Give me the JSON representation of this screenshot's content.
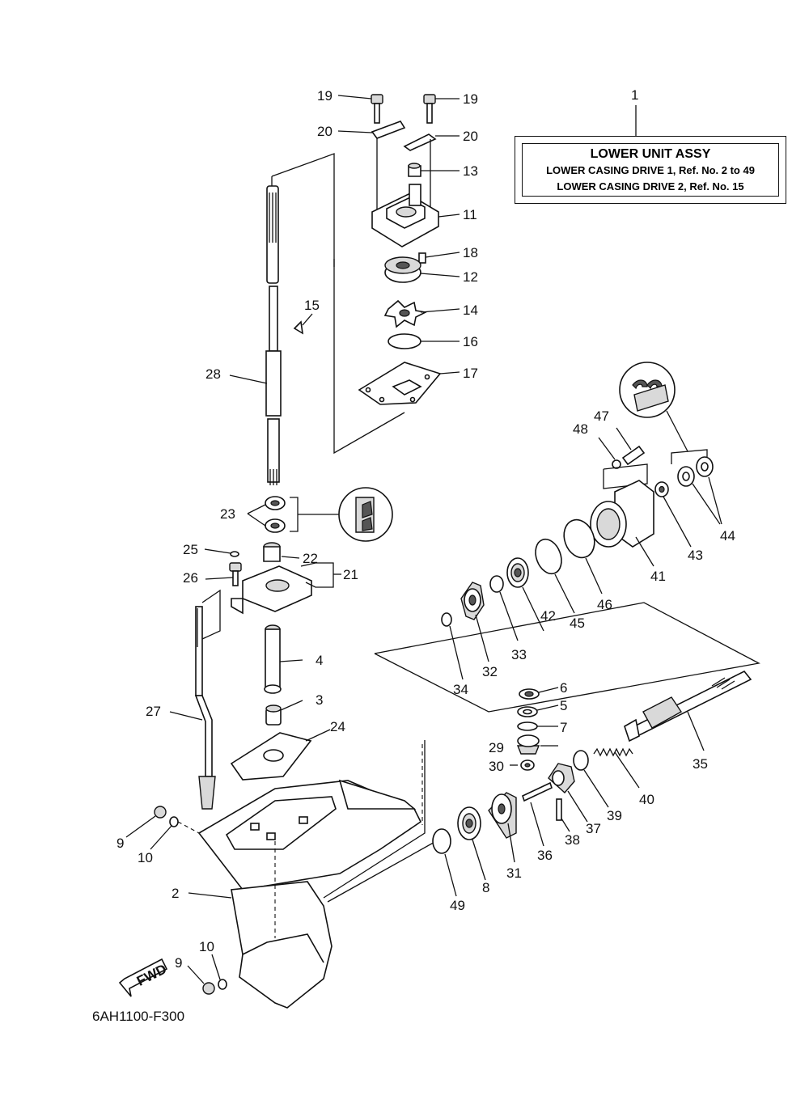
{
  "assembly_box": {
    "ref": "1",
    "title": "LOWER UNIT ASSY",
    "line1": "LOWER CASING DRIVE 1,  Ref. No. 2 to 49",
    "line2": "LOWER CASING DRIVE 2,  Ref. No. 15"
  },
  "diagram_code": "6AH1100-F300",
  "fwd_label": "FWD",
  "callouts": {
    "c19a": "19",
    "c19b": "19",
    "c20a": "20",
    "c20b": "20",
    "c13": "13",
    "c11": "11",
    "c18": "18",
    "c12": "12",
    "c14": "14",
    "c16": "16",
    "c17": "17",
    "c15": "15",
    "c28": "28",
    "c23": "23",
    "c25": "25",
    "c22": "22",
    "c26": "26",
    "c21": "21",
    "c4": "4",
    "c3": "3",
    "c27": "27",
    "c24": "24",
    "c9a": "9",
    "c10a": "10",
    "c2": "2",
    "c9b": "9",
    "c10b": "10",
    "c47": "47",
    "c48": "48",
    "c44": "44",
    "c43": "43",
    "c41": "41",
    "c46": "46",
    "c45": "45",
    "c42": "42",
    "c33": "33",
    "c32": "32",
    "c34": "34",
    "c6": "6",
    "c5": "5",
    "c7": "7",
    "c29": "29",
    "c30": "30",
    "c35": "35",
    "c40": "40",
    "c39": "39",
    "c37": "37",
    "c38": "38",
    "c36": "36",
    "c31": "31",
    "c8": "8",
    "c49": "49"
  }
}
